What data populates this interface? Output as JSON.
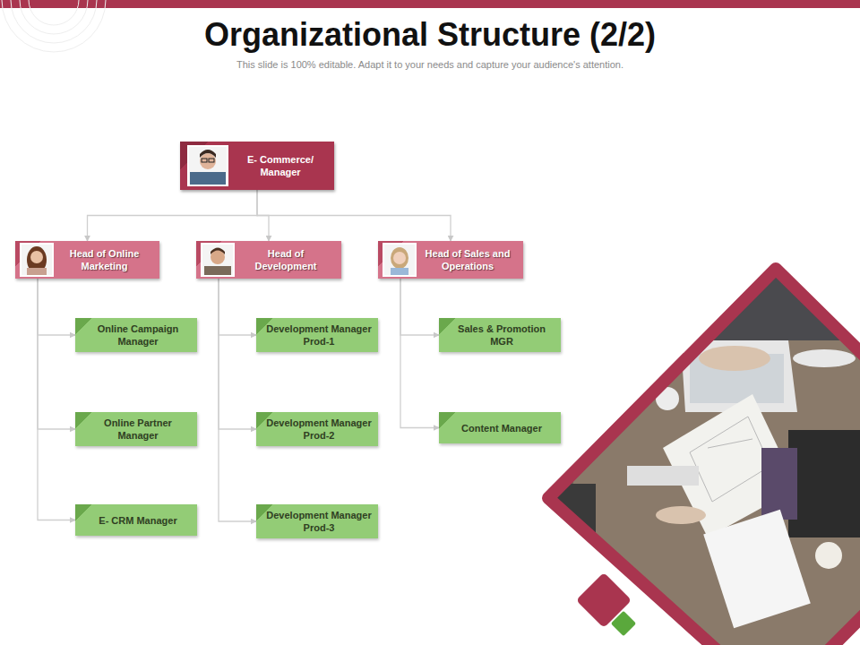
{
  "diagram": {
    "title": "Organizational Structure (2/2)",
    "caption": "This slide is 100% editable. Adapt it to your needs and capture your audience's attention.",
    "nodes": [
      {
        "text": [
          "E- Commerce/ Manager"
        ]
      },
      {
        "text": [
          "Head of Online Marketing"
        ]
      },
      {
        "text": [
          "Head of Development"
        ]
      },
      {
        "text": [
          "Head of Sales and Operations"
        ]
      },
      {
        "text": [
          "Online Campaign Manager"
        ]
      },
      {
        "text": [
          "Online Partner Manager"
        ]
      },
      {
        "text": [
          "E- CRM Manager"
        ]
      },
      {
        "text": [
          "Development Manager Prod-1"
        ]
      },
      {
        "text": [
          "Development Manager Prod-2"
        ]
      },
      {
        "text": [
          "Development Manager Prod-3"
        ]
      },
      {
        "text": [
          "Sales & Promotion MGR"
        ]
      },
      {
        "text": [
          "Content Manager"
        ]
      }
    ],
    "edges": [
      {
        "from": 0,
        "to": 1,
        "arrow": "to"
      },
      {
        "from": 0,
        "to": 2,
        "arrow": "to"
      },
      {
        "from": 0,
        "to": 3,
        "arrow": "to"
      },
      {
        "from": 1,
        "to": 4,
        "arrow": "to"
      },
      {
        "from": 1,
        "to": 5,
        "arrow": "to"
      },
      {
        "from": 1,
        "to": 6,
        "arrow": "to"
      },
      {
        "from": 2,
        "to": 7,
        "arrow": "to"
      },
      {
        "from": 2,
        "to": 8,
        "arrow": "to"
      },
      {
        "from": 2,
        "to": 9,
        "arrow": "to"
      },
      {
        "from": 3,
        "to": 10,
        "arrow": "to"
      },
      {
        "from": 3,
        "to": 11,
        "arrow": "to"
      }
    ]
  }
}
